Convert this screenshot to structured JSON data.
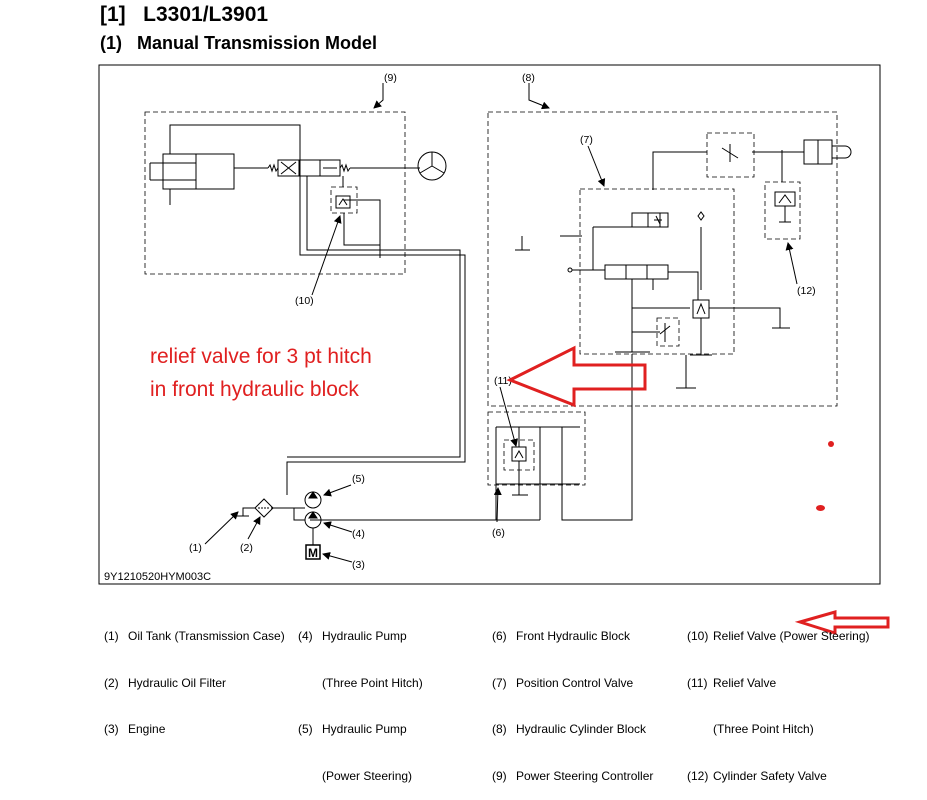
{
  "header": {
    "section": "[1]   L3301/L3901",
    "subsection": "(1)   Manual Transmission Model"
  },
  "diagram": {
    "code": "9Y1210520HYM003C",
    "callouts": {
      "c1": "(1)",
      "c2": "(2)",
      "c3": "(3)",
      "c4": "(4)",
      "c5": "(5)",
      "c6": "(6)",
      "c7": "(7)",
      "c8": "(8)",
      "c9": "(9)",
      "c10": "(10)",
      "c11": "(11)",
      "c12": "(12)"
    },
    "engine_symbol": "M",
    "annotation": {
      "line1": "relief valve for 3 pt hitch",
      "line2": "in front hydraulic block",
      "color": "#e02020"
    }
  },
  "legend": [
    {
      "num": "(1)",
      "text": "Oil Tank (Transmission Case)"
    },
    {
      "num": "(2)",
      "text": "Hydraulic Oil Filter"
    },
    {
      "num": "(3)",
      "text": "Engine"
    },
    {
      "num": "(4)",
      "text": "Hydraulic Pump"
    },
    {
      "num": "",
      "text": "(Three Point Hitch)"
    },
    {
      "num": "(5)",
      "text": "Hydraulic Pump"
    },
    {
      "num": "",
      "text": "(Power Steering)"
    },
    {
      "num": "(6)",
      "text": "Front Hydraulic Block"
    },
    {
      "num": "(7)",
      "text": "Position Control Valve"
    },
    {
      "num": "(8)",
      "text": "Hydraulic Cylinder Block"
    },
    {
      "num": "(9)",
      "text": "Power Steering Controller"
    },
    {
      "num": "(10)",
      "text": "Relief Valve (Power Steering)"
    },
    {
      "num": "(11)",
      "text": "Relief Valve"
    },
    {
      "num": "",
      "text": "(Three Point Hitch)"
    },
    {
      "num": "(12)",
      "text": "Cylinder Safety Valve"
    }
  ]
}
